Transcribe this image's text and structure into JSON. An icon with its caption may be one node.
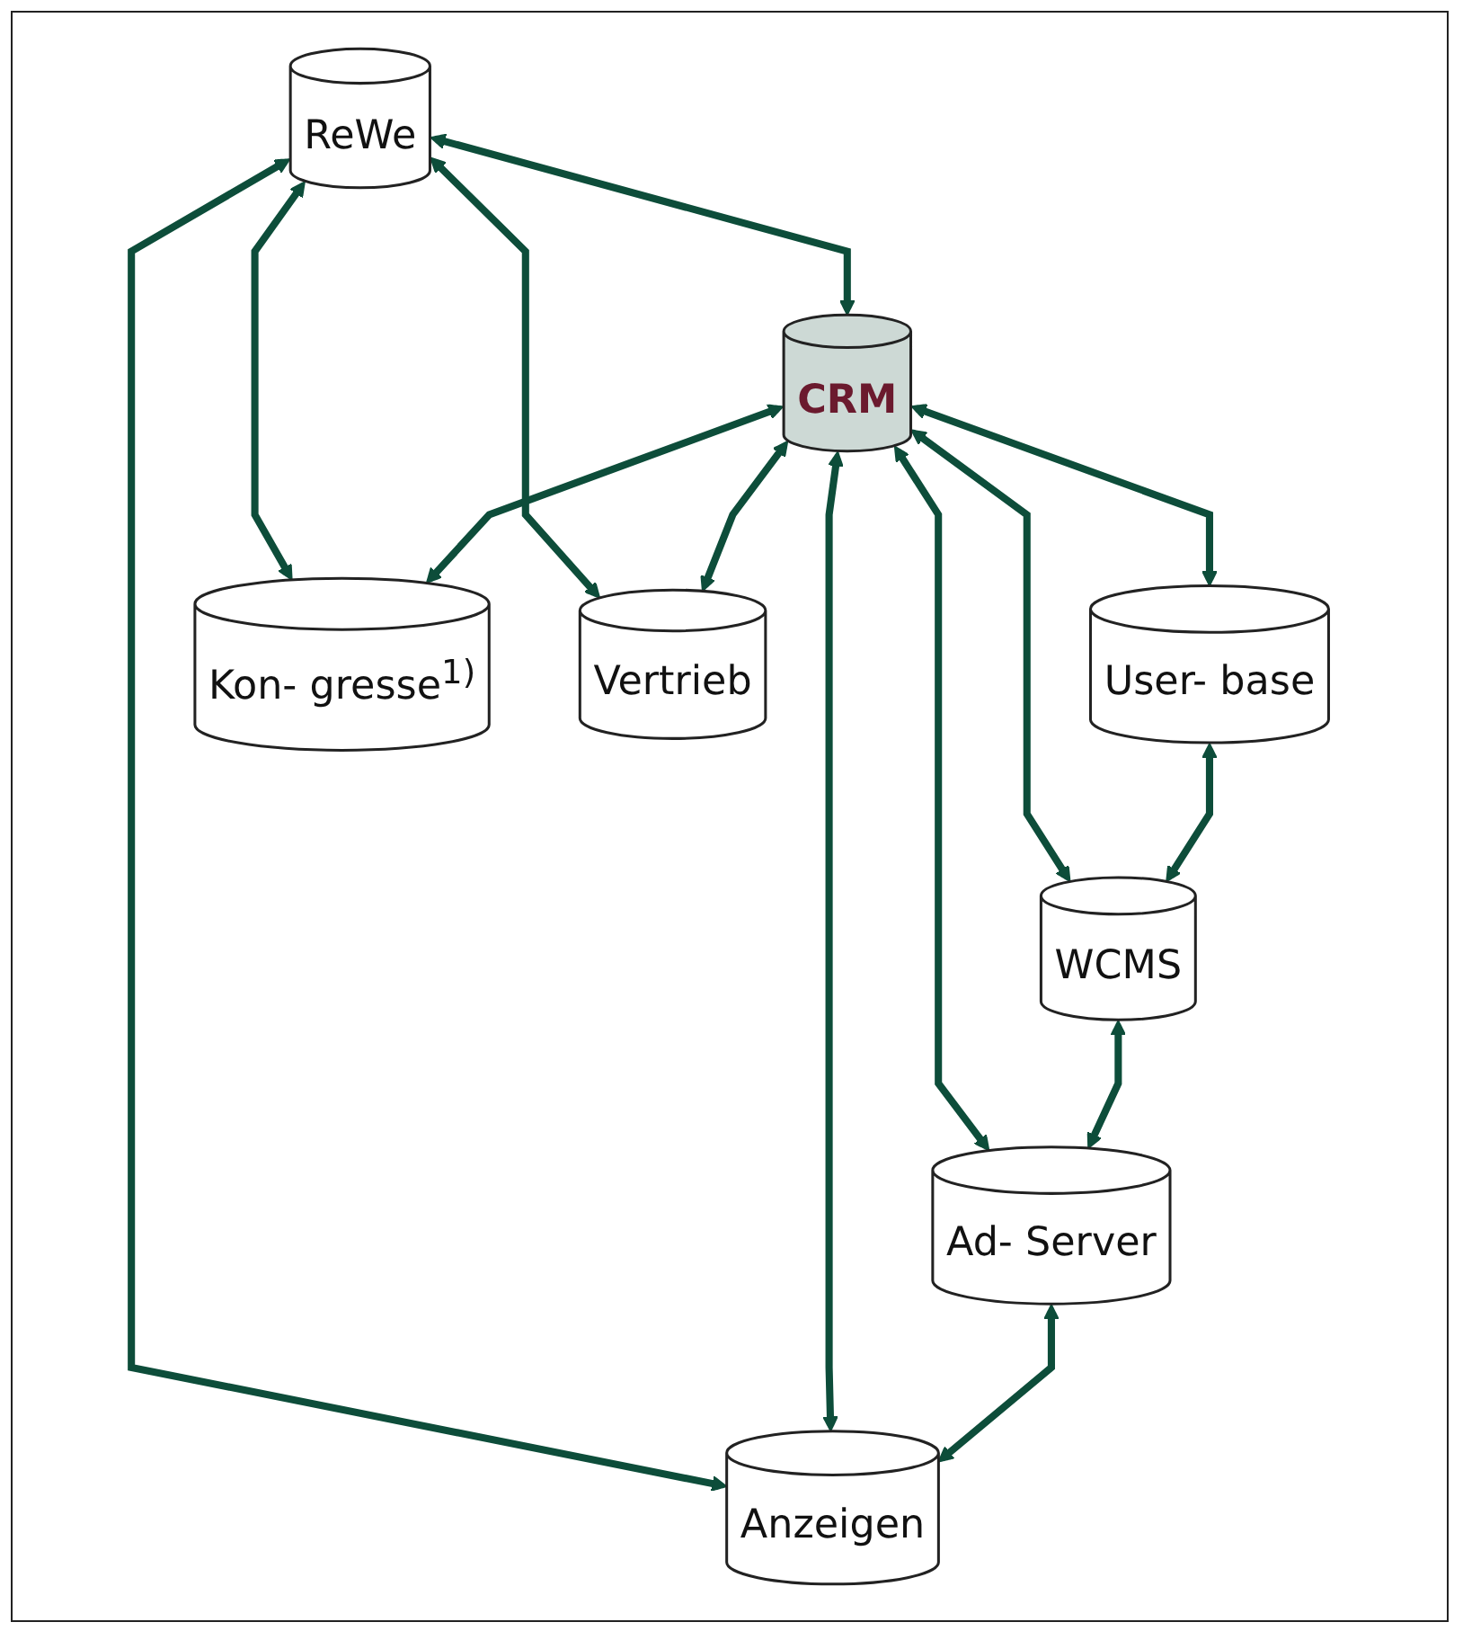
{
  "diagram": {
    "nodes": [
      {
        "text": [
          "User- base"
        ]
      },
      {
        "text": [
          "WCMS"
        ]
      },
      {
        "text": [
          "Ad- Server"
        ]
      },
      {
        "text": [
          "CRM"
        ]
      },
      {
        "text": [
          "Kon- gresse$^{1)}$"
        ]
      },
      {
        "text": [
          "Vertrieb"
        ]
      },
      {
        "text": [
          "Anzeigen"
        ]
      },
      {
        "text": [
          "ReWe"
        ]
      }
    ],
    "edges": [
      {
        "from": 0,
        "to": 1,
        "arrow": "both"
      },
      {
        "from": 1,
        "to": 2,
        "arrow": "both"
      },
      {
        "from": 3,
        "to": 0,
        "arrow": "both"
      },
      {
        "from": 3,
        "to": 1,
        "arrow": "both"
      },
      {
        "from": 3,
        "to": 2,
        "arrow": "both"
      },
      {
        "from": 2,
        "to": 6,
        "arrow": "both"
      },
      {
        "from": 3,
        "to": 4,
        "arrow": "both"
      },
      {
        "from": 3,
        "to": 5,
        "arrow": "both"
      },
      {
        "from": 3,
        "to": 6,
        "arrow": "both"
      },
      {
        "from": 7,
        "to": 4,
        "arrow": "both"
      },
      {
        "from": 7,
        "to": 5,
        "arrow": "both"
      },
      {
        "from": 7,
        "to": 6,
        "arrow": "both"
      },
      {
        "from": 7,
        "to": 3,
        "arrow": "both"
      }
    ]
  }
}
